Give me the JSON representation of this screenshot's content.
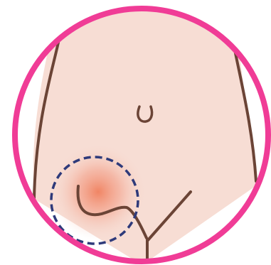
{
  "illustration": {
    "subject": "lower-abdomen",
    "icons": [
      "belly-button-icon",
      "pain-area-highlight",
      "dashed-focus-circle"
    ],
    "colors": {
      "frame_ring": "#f03c96",
      "skin": "#f7ddd4",
      "body_outline": "#6b4436",
      "pain_glow": "#f08a6a",
      "dashed_circle": "#2e3a7a",
      "background": "#ffffff"
    }
  }
}
